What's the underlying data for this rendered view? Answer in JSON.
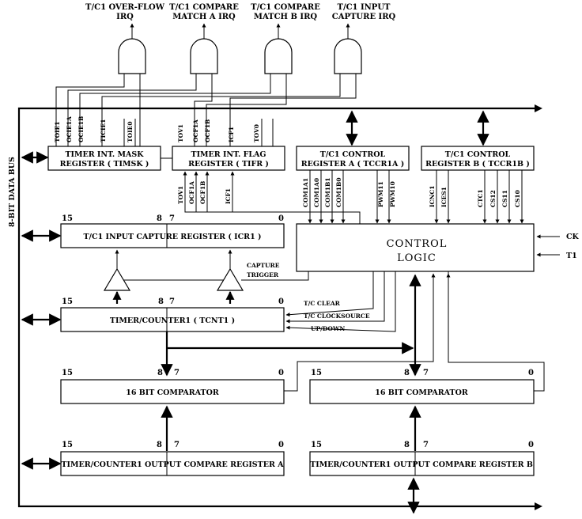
{
  "irqs": [
    {
      "line1": "T/C1 OVER-FLOW",
      "line2": "IRQ"
    },
    {
      "line1": "T/C1 COMPARE",
      "line2": "MATCH A IRQ"
    },
    {
      "line1": "T/C1 COMPARE",
      "line2": "MATCH B IRQ"
    },
    {
      "line1": "T/C1 INPUT",
      "line2": "CAPTURE IRQ"
    }
  ],
  "bus_label": "8-BIT DATA BUS",
  "timsk": {
    "line1": "TIMER INT. MASK",
    "line2": "REGISTER ( TIMSK )",
    "bits": [
      "TOIE1",
      "OCIE1A",
      "OCIE1B",
      "TICIE1",
      "TOIE0"
    ]
  },
  "tifr": {
    "line1": "TIMER INT. FLAG",
    "line2": "REGISTER ( TIFR )",
    "bits": [
      "TOV1",
      "OCF1A",
      "OCF1B",
      "ICF1",
      "TOV0"
    ],
    "out_bits": [
      "TOV1",
      "OCF1A",
      "OCF1B",
      "ICF1"
    ]
  },
  "tccr1a": {
    "line1": "T/C1 CONTROL",
    "line2": "REGISTER A ( TCCR1A )",
    "bits": [
      "COM1A1",
      "COM1A0",
      "COM1B1",
      "COM1B0",
      "PWM11",
      "PWM10"
    ]
  },
  "tccr1b": {
    "line1": "T/C1 CONTROL",
    "line2": "REGISTER B ( TCCR1B )",
    "bits": [
      "ICNC1",
      "ICES1",
      "CTC1",
      "CS12",
      "CS11",
      "CS10"
    ]
  },
  "icr1": {
    "label": "T/C1 INPUT CAPTURE REGISTER ( ICR1 )"
  },
  "control": {
    "line1": "CONTROL",
    "line2": "LOGIC",
    "inputs": [
      "CK",
      "T1"
    ]
  },
  "capture_trigger": {
    "line1": "CAPTURE",
    "line2": "TRIGGER"
  },
  "tcnt1": {
    "label": "TIMER/COUNTER1 ( TCNT1 )"
  },
  "ctrl_signals": [
    "T/C CLEAR",
    "T/C CLOCKSOURCE",
    "UP/DOWN"
  ],
  "comp_a": {
    "label": "16 BIT COMPARATOR"
  },
  "comp_b": {
    "label": "16 BIT COMPARATOR"
  },
  "ocr1a": {
    "label": "TIMER/COUNTER1 OUTPUT COMPARE REGISTER A"
  },
  "ocr1b": {
    "label": "TIMER/COUNTER1 OUTPUT COMPARE REGISTER B"
  },
  "bit_numbers": {
    "hi": "15",
    "mid_hi": "8",
    "mid_lo": "7",
    "lo": "0"
  }
}
